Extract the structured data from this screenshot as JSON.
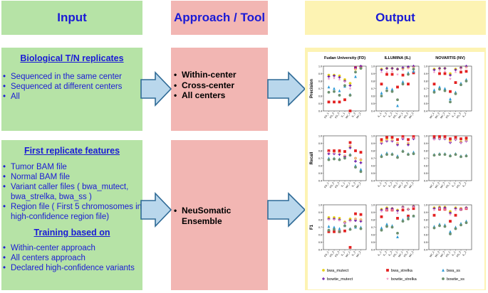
{
  "headers": {
    "input": "Input",
    "approach": "Approach / Tool",
    "output": "Output"
  },
  "input_box1": {
    "title": "Biological T/N replicates",
    "items": [
      "Sequenced in the same center",
      "Sequenced at different centers",
      "All"
    ]
  },
  "input_box2": {
    "title": "First replicate features",
    "items": [
      "Tumor BAM file",
      "Normal BAM file",
      "Variant caller files ( bwa_mutect, bwa_strelka, bwa_ss )",
      "Region file ( First 5 chromosomes in high-confidence region file)"
    ],
    "training_title": "Training based on",
    "training_items": [
      "Within-center approach",
      "All centers approach",
      "Declared high-confidence variants"
    ]
  },
  "approach_box1": {
    "items": [
      "Within-center",
      "Cross-center",
      "All centers"
    ]
  },
  "approach_box2": {
    "items": [
      "NeuSomatic Ensemble"
    ]
  },
  "colors": {
    "green": "#b6e3a6",
    "pink": "#f2b6b3",
    "yellow": "#fdf3b3",
    "blue_text": "#1a1ad6",
    "arrow_fill": "#b9d7ec",
    "arrow_stroke": "#2e6a96"
  },
  "chart_data": {
    "type": "scatter",
    "columns": [
      "Fudan University (FD)",
      "ILLUMINA (IL)",
      "NOVARTIS (NV)"
    ],
    "rows": [
      "Precision",
      "Recall",
      "F1"
    ],
    "ylim": [
      0.4,
      1.0
    ],
    "yticks": [
      "0.4",
      "0.5",
      "0.6",
      "0.7",
      "0.8",
      "0.9",
      "1.0"
    ],
    "categories": [
      [
        "FD_1",
        "FD_2",
        "FD_3",
        "IL_1",
        "NV_1",
        "IL_2",
        "NV_2"
      ],
      [
        "IL_1",
        "IL_2",
        "IL_3",
        "FD_1",
        "NV_1",
        "FD_2",
        "NV_2"
      ],
      [
        "NV_1",
        "NV_2",
        "NV_3",
        "FD_1",
        "IL_1",
        "FD_2",
        "IL_2"
      ]
    ],
    "series": [
      {
        "name": "bwa_mutect",
        "color": "#e8d21a",
        "marker": "circle"
      },
      {
        "name": "bwa_strelka",
        "color": "#e32020",
        "marker": "square"
      },
      {
        "name": "bwa_ss",
        "color": "#2c9ad6",
        "marker": "triangle"
      },
      {
        "name": "bowtie_mutect",
        "color": "#6a1aa8",
        "marker": "plus"
      },
      {
        "name": "bowtie_strelka",
        "color": "#f29ac8",
        "marker": "star"
      },
      {
        "name": "bowtie_ss",
        "color": "#6b8f6e",
        "marker": "circle"
      }
    ],
    "panels": [
      [
        [
          [
            0.88,
            0.52,
            0.72,
            0.86,
            0.83,
            0.65
          ],
          [
            0.88,
            0.52,
            0.7,
            0.87,
            0.84,
            0.66
          ],
          [
            0.87,
            0.52,
            0.67,
            0.85,
            0.82,
            0.61
          ],
          [
            0.82,
            0.55,
            0.73,
            0.8,
            0.79,
            0.74
          ],
          [
            0.77,
            0.38,
            0.62,
            0.74,
            0.7,
            0.61
          ],
          [
            0.96,
            0.98,
            0.86,
            0.98,
            0.96,
            0.92
          ],
          [
            0.97,
            0.99,
            0.98,
            1.0,
            0.98,
            0.97
          ]
        ],
        [
          [
            0.96,
            0.76,
            0.64,
            0.95,
            0.92,
            0.6
          ],
          [
            0.97,
            0.89,
            0.71,
            0.97,
            0.92,
            0.67
          ],
          [
            0.97,
            0.89,
            0.69,
            0.97,
            0.93,
            0.66
          ],
          [
            0.96,
            0.72,
            0.47,
            0.96,
            0.89,
            0.55
          ],
          [
            0.97,
            0.88,
            0.79,
            0.98,
            0.95,
            0.76
          ],
          [
            0.98,
            0.76,
            0.91,
            0.99,
            0.97,
            0.89
          ],
          [
            0.99,
            0.91,
            0.93,
            1.0,
            0.98,
            0.96
          ]
        ],
        [
          [
            0.96,
            0.76,
            0.68,
            0.95,
            0.92,
            0.65
          ],
          [
            0.97,
            0.9,
            0.72,
            0.97,
            0.94,
            0.69
          ],
          [
            0.97,
            0.9,
            0.7,
            0.97,
            0.93,
            0.67
          ],
          [
            0.9,
            0.66,
            0.56,
            0.88,
            0.83,
            0.52
          ],
          [
            0.96,
            0.78,
            0.65,
            0.95,
            0.92,
            0.63
          ],
          [
            0.98,
            0.92,
            0.77,
            0.98,
            0.96,
            0.75
          ],
          [
            0.99,
            0.93,
            0.82,
            1.0,
            0.98,
            0.8
          ]
        ]
      ],
      [
        [
          [
            0.79,
            0.8,
            0.7,
            0.76,
            0.78,
            0.68
          ],
          [
            0.79,
            0.8,
            0.7,
            0.76,
            0.77,
            0.69
          ],
          [
            0.78,
            0.8,
            0.69,
            0.75,
            0.77,
            0.68
          ],
          [
            0.73,
            0.79,
            0.72,
            0.72,
            0.74,
            0.7
          ],
          [
            0.86,
            0.91,
            0.75,
            0.84,
            0.87,
            0.74
          ],
          [
            0.7,
            0.8,
            0.6,
            0.66,
            0.7,
            0.58
          ],
          [
            0.68,
            0.78,
            0.55,
            0.64,
            0.69,
            0.52
          ]
        ],
        [
          [
            0.92,
            0.95,
            0.74,
            0.9,
            0.91,
            0.72
          ],
          [
            0.95,
            0.98,
            0.77,
            0.93,
            0.94,
            0.75
          ],
          [
            0.94,
            0.98,
            0.76,
            0.93,
            0.94,
            0.75
          ],
          [
            0.9,
            0.95,
            0.73,
            0.88,
            0.9,
            0.71
          ],
          [
            0.98,
            0.99,
            0.8,
            0.96,
            0.97,
            0.79
          ],
          [
            0.9,
            0.95,
            0.76,
            0.88,
            0.91,
            0.75
          ],
          [
            0.97,
            0.99,
            0.78,
            0.96,
            0.97,
            0.76
          ]
        ],
        [
          [
            0.97,
            0.99,
            0.75,
            0.96,
            0.95,
            0.74
          ],
          [
            0.97,
            0.99,
            0.76,
            0.96,
            0.96,
            0.75
          ],
          [
            0.97,
            0.99,
            0.76,
            0.96,
            0.96,
            0.75
          ],
          [
            0.93,
            0.96,
            0.74,
            0.91,
            0.92,
            0.73
          ],
          [
            0.96,
            0.98,
            0.76,
            0.95,
            0.95,
            0.75
          ],
          [
            0.92,
            0.96,
            0.73,
            0.91,
            0.91,
            0.72
          ],
          [
            0.94,
            0.97,
            0.74,
            0.93,
            0.93,
            0.73
          ]
        ]
      ],
      [
        [
          [
            0.83,
            0.64,
            0.71,
            0.81,
            0.8,
            0.66
          ],
          [
            0.83,
            0.64,
            0.7,
            0.81,
            0.8,
            0.67
          ],
          [
            0.82,
            0.64,
            0.68,
            0.8,
            0.79,
            0.64
          ],
          [
            0.77,
            0.65,
            0.72,
            0.76,
            0.76,
            0.72
          ],
          [
            0.81,
            0.43,
            0.68,
            0.79,
            0.78,
            0.67
          ],
          [
            0.81,
            0.88,
            0.7,
            0.79,
            0.81,
            0.71
          ],
          [
            0.8,
            0.87,
            0.7,
            0.78,
            0.8,
            0.68
          ]
        ],
        [
          [
            0.94,
            0.84,
            0.69,
            0.93,
            0.91,
            0.66
          ],
          [
            0.96,
            0.93,
            0.74,
            0.95,
            0.93,
            0.71
          ],
          [
            0.95,
            0.93,
            0.72,
            0.95,
            0.93,
            0.7
          ],
          [
            0.93,
            0.82,
            0.57,
            0.92,
            0.89,
            0.62
          ],
          [
            0.97,
            0.93,
            0.8,
            0.97,
            0.96,
            0.78
          ],
          [
            0.94,
            0.85,
            0.83,
            0.94,
            0.94,
            0.81
          ],
          [
            0.98,
            0.95,
            0.85,
            0.98,
            0.97,
            0.85
          ]
        ],
        [
          [
            0.96,
            0.86,
            0.71,
            0.95,
            0.93,
            0.69
          ],
          [
            0.97,
            0.94,
            0.74,
            0.96,
            0.95,
            0.72
          ],
          [
            0.97,
            0.94,
            0.73,
            0.96,
            0.94,
            0.71
          ],
          [
            0.91,
            0.78,
            0.64,
            0.89,
            0.87,
            0.61
          ],
          [
            0.96,
            0.86,
            0.7,
            0.95,
            0.93,
            0.68
          ],
          [
            0.95,
            0.94,
            0.75,
            0.94,
            0.94,
            0.73
          ],
          [
            0.96,
            0.95,
            0.78,
            0.96,
            0.95,
            0.76
          ]
        ]
      ]
    ]
  }
}
